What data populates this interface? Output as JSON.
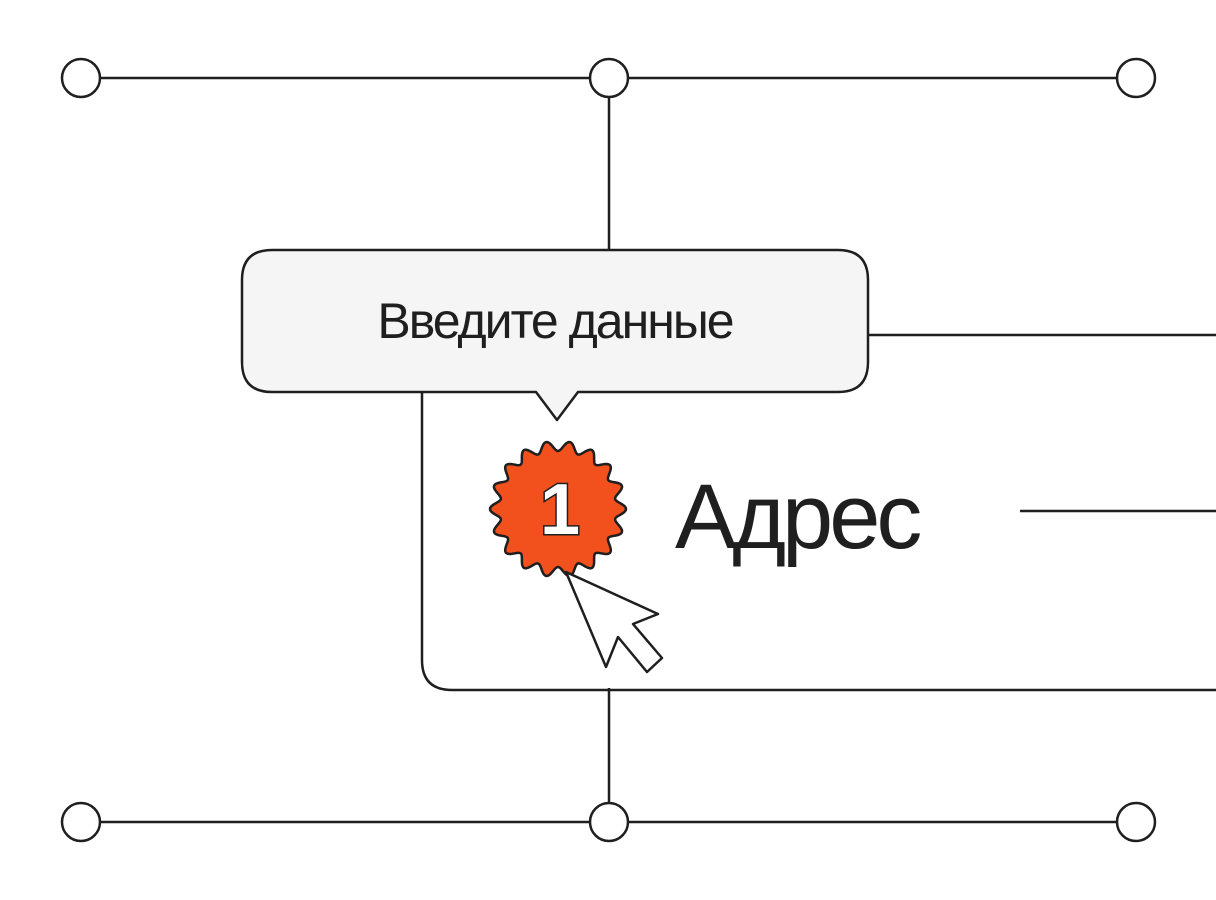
{
  "tooltip": {
    "text": "Введите данные"
  },
  "step": {
    "number": "1",
    "title": "Адрес"
  },
  "colors": {
    "badge": "#f2511d",
    "ink": "#1f1f1f",
    "tooltip_bg": "#f5f5f5",
    "background": "#ffffff"
  }
}
